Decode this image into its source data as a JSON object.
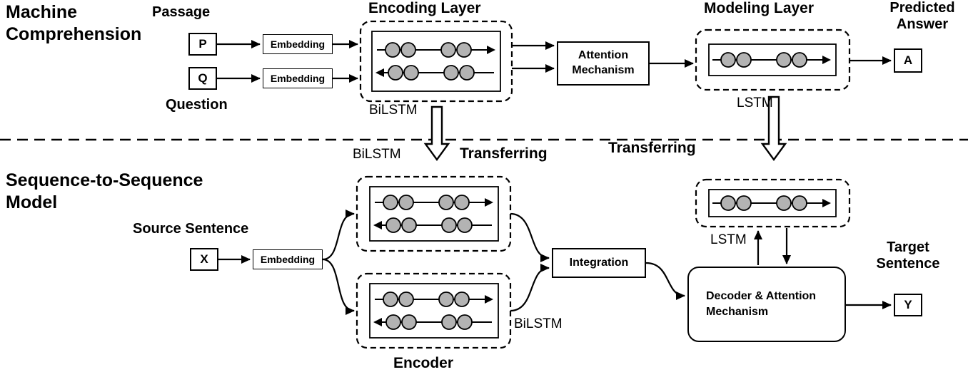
{
  "colors": {
    "node_fill": "#b3b3b3",
    "line": "#000000",
    "background": "#ffffff"
  },
  "top": {
    "section_title": "Machine\nComprehension",
    "passage_label": "Passage",
    "p_node": "P",
    "q_node": "Q",
    "question_label": "Question",
    "embedding_p": "Embedding",
    "embedding_q": "Embedding",
    "encoding_layer_title": "Encoding Layer",
    "encoding_cell_label": "BiLSTM",
    "attention_box": "Attention\nMechanism",
    "modeling_layer_title": "Modeling Layer",
    "modeling_cell_label": "LSTM",
    "predicted_answer_label": "Predicted\nAnswer",
    "a_node": "A"
  },
  "bottom": {
    "section_title": "Sequence-to-Sequence\nModel",
    "encoder_top_cell_label": "BiLSTM",
    "transferring_left": "Transferring",
    "transferring_right": "Transferring",
    "source_sentence_label": "Source Sentence",
    "x_node": "X",
    "embedding": "Embedding",
    "integration_box": "Integration",
    "decoder_box": "Decoder & Attention\nMechanism",
    "decoder_cell_label": "LSTM",
    "encoder_bottom_cell_label": "BiLSTM",
    "encoder_label": "Encoder",
    "target_sentence_label": "Target\nSentence",
    "y_node": "Y"
  }
}
